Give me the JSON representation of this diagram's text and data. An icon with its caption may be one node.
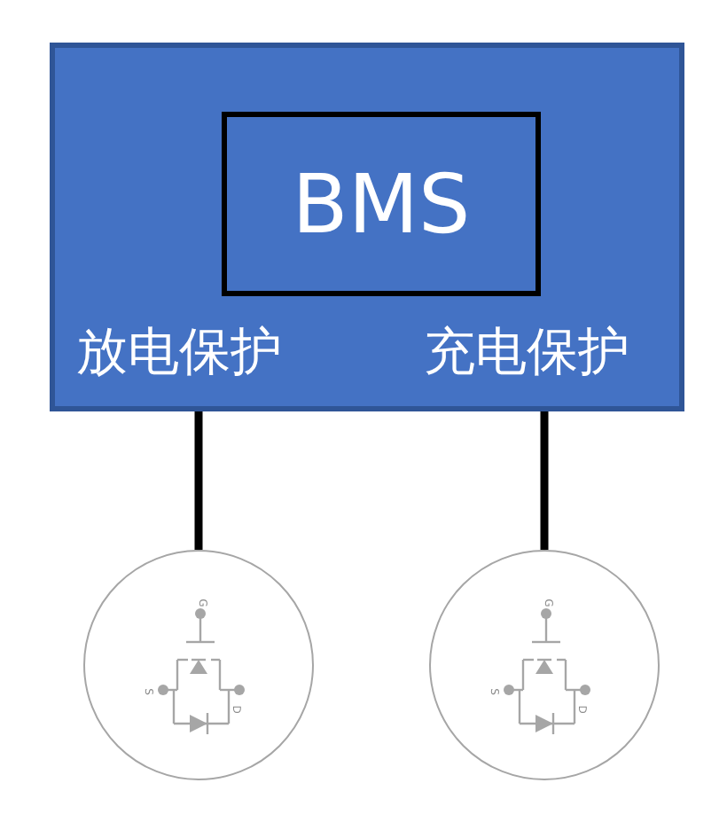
{
  "diagram": {
    "nodes": [
      {
        "text": [
          "放电保护",
          "充电保护"
        ]
      },
      {
        "text": [
          "BMS"
        ],
        "in": 0
      },
      {
        "text": [
          "G",
          "S",
          "D"
        ]
      },
      {
        "text": [
          "G",
          "S",
          "D"
        ]
      }
    ],
    "edges": [
      {
        "from": 0,
        "to": 2,
        "arrow": "none"
      },
      {
        "from": 0,
        "to": 3,
        "arrow": "none"
      }
    ]
  }
}
